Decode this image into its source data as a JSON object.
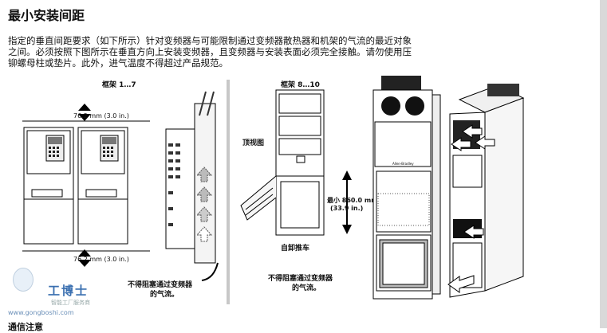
{
  "title": "最小安装间距",
  "paragraph_lines": [
    "指定的垂直间距要求（如下所示）针对变频器与可能限制通过变频器散热器和机架的气流的最近对象",
    "之间。必须按照下图所示在垂直方向上安装变频器，且变频器与安装表面必须完全接触。请勿使用压",
    "铆螺母柱或垫片。此外，进气温度不得超过产品规范。"
  ],
  "figure_left": {
    "frame_label": "框架 1…7",
    "top_dim": "76.2 mm (3.0 in.)",
    "bottom_dim": "76.2 mm (3.0 in.)",
    "note_line1": "不得阻塞通过变频器",
    "note_line2": "的气流。"
  },
  "figure_right": {
    "frame_label": "框架 8…10",
    "top_view_label": "顶视图",
    "dim_line1": "最小 860.0 mm",
    "dim_line2": "(33.9 in.)",
    "cart_label": "自卸推车",
    "note_line1": "不得阻塞通过变频器",
    "note_line2": "的气流。",
    "brand": "Allen-Bradley"
  },
  "watermark": {
    "brand": "工博士",
    "tagline": "智能工厂服务商",
    "url": "www.gongboshi.com"
  },
  "next_heading_partial": "通信注意"
}
